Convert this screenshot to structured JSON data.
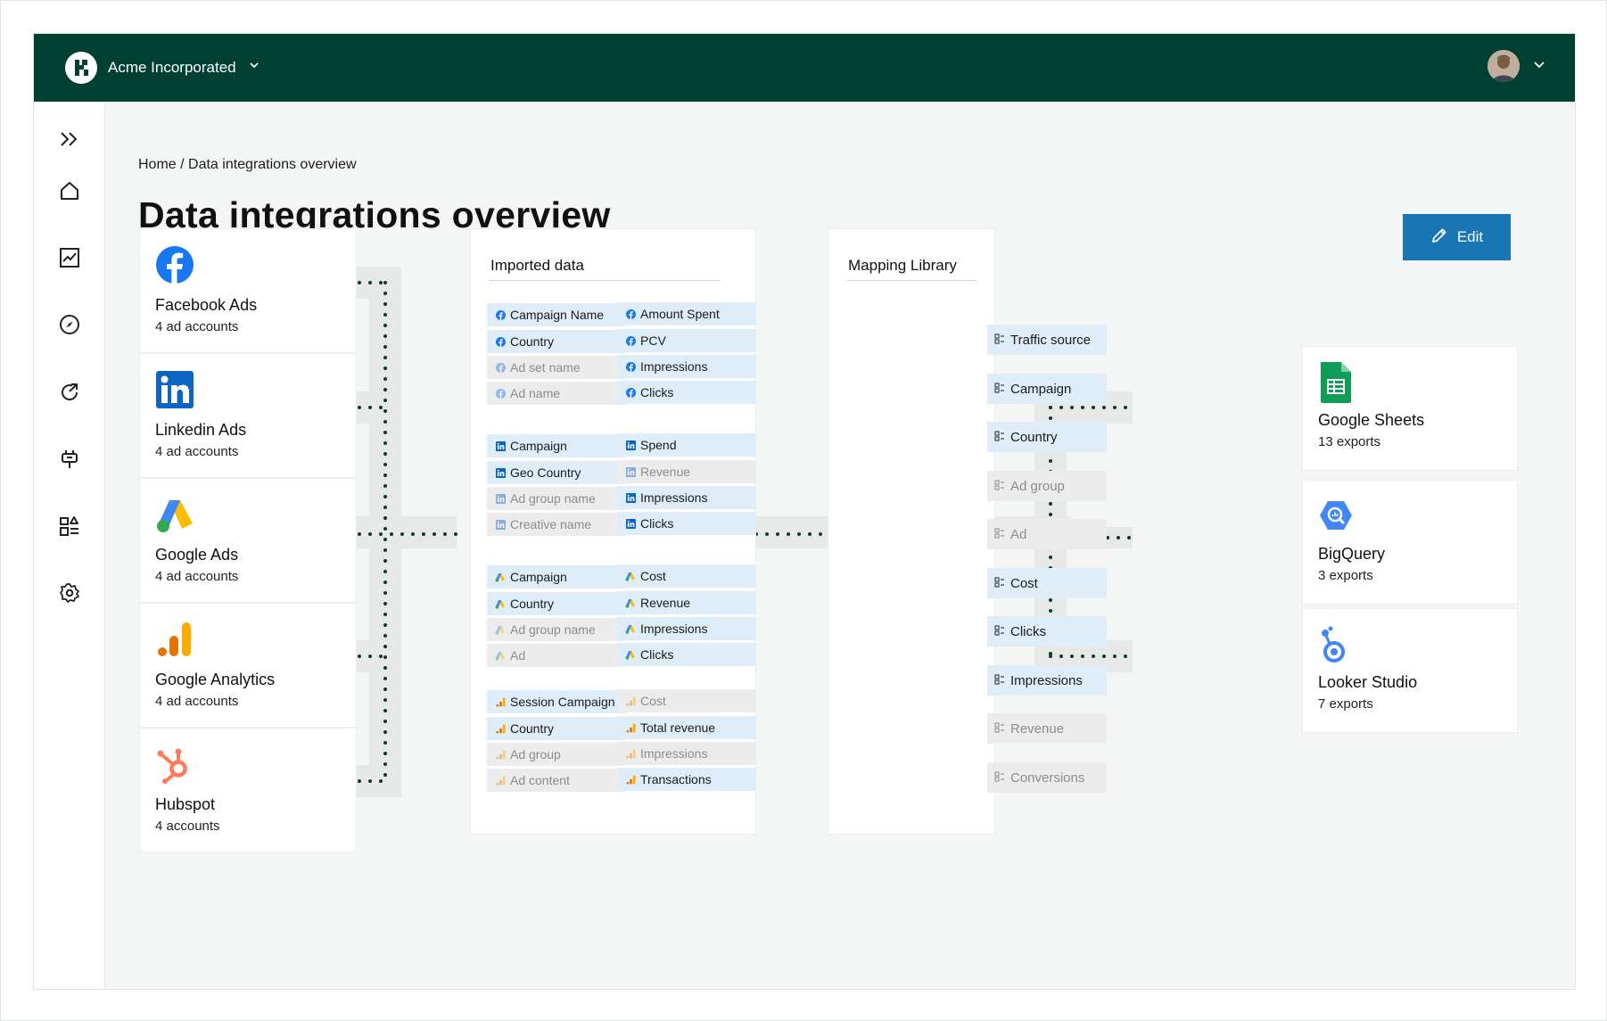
{
  "header": {
    "org_name": "Acme Incorporated",
    "logo_icon": "logo-icon",
    "user_avatar": "avatar",
    "brand_color": "#004033"
  },
  "sidebar": {
    "items": [
      {
        "icon": "expand-icon"
      },
      {
        "icon": "home-icon"
      },
      {
        "icon": "chart-icon"
      },
      {
        "icon": "compass-icon"
      },
      {
        "icon": "refresh-icon"
      },
      {
        "icon": "plug-icon"
      },
      {
        "icon": "shapes-icon"
      },
      {
        "icon": "gear-icon"
      }
    ]
  },
  "breadcrumb": "Home / Data integrations overview",
  "page_title": "Data integrations overview",
  "edit_label": "Edit",
  "sources": [
    {
      "name": "Facebook Ads",
      "sub": "4 ad accounts",
      "icon": "facebook-icon"
    },
    {
      "name": "Linkedin Ads",
      "sub": "4 ad accounts",
      "icon": "linkedin-icon"
    },
    {
      "name": "Google Ads",
      "sub": "4 ad accounts",
      "icon": "google-ads-icon"
    },
    {
      "name": "Google Analytics",
      "sub": "4 ad accounts",
      "icon": "google-analytics-icon"
    },
    {
      "name": "Hubspot",
      "sub": "4 accounts",
      "icon": "hubspot-icon"
    }
  ],
  "imported": {
    "title": "Imported data",
    "groups": [
      {
        "source": "facebook",
        "left": [
          [
            "Campaign Name",
            true
          ],
          [
            "Country",
            true
          ],
          [
            "Ad set name",
            false
          ],
          [
            "Ad name",
            false
          ]
        ],
        "right": [
          [
            "Amount Spent",
            true
          ],
          [
            "PCV",
            true
          ],
          [
            "Impressions",
            true
          ],
          [
            "Clicks",
            true
          ]
        ]
      },
      {
        "source": "linkedin",
        "left": [
          [
            "Campaign",
            true
          ],
          [
            "Geo Country",
            true
          ],
          [
            "Ad group name",
            false
          ],
          [
            "Creative name",
            false
          ]
        ],
        "right": [
          [
            "Spend",
            true
          ],
          [
            "Revenue",
            false
          ],
          [
            "Impressions",
            true
          ],
          [
            "Clicks",
            true
          ]
        ]
      },
      {
        "source": "google-ads",
        "left": [
          [
            "Campaign",
            true
          ],
          [
            "Country",
            true
          ],
          [
            "Ad group name",
            false
          ],
          [
            "Ad",
            false
          ]
        ],
        "right": [
          [
            "Cost",
            true
          ],
          [
            "Revenue",
            true
          ],
          [
            "Impressions",
            true
          ],
          [
            "Clicks",
            true
          ]
        ]
      },
      {
        "source": "google-analytics",
        "left": [
          [
            "Session Campaign",
            true
          ],
          [
            "Country",
            true
          ],
          [
            "Ad group",
            false
          ],
          [
            "Ad content",
            false
          ]
        ],
        "right": [
          [
            "Cost",
            false
          ],
          [
            "Total revenue",
            true
          ],
          [
            "Impressions",
            false
          ],
          [
            "Transactions",
            true
          ]
        ]
      }
    ]
  },
  "mapping": {
    "title": "Mapping Library",
    "items": [
      [
        "Traffic source",
        true
      ],
      [
        "Campaign",
        true
      ],
      [
        "Country",
        true
      ],
      [
        "Ad group",
        false
      ],
      [
        "Ad",
        false
      ],
      [
        "Cost",
        true
      ],
      [
        "Clicks",
        true
      ],
      [
        "Impressions",
        true
      ],
      [
        "Revenue",
        false
      ],
      [
        "Conversions",
        false
      ]
    ]
  },
  "destinations": [
    {
      "name": "Google Sheets",
      "sub": "13 exports",
      "icon": "google-sheets-icon"
    },
    {
      "name": "BigQuery",
      "sub": "3 exports",
      "icon": "bigquery-icon"
    },
    {
      "name": "Looker Studio",
      "sub": "7 exports",
      "icon": "looker-studio-icon"
    }
  ]
}
